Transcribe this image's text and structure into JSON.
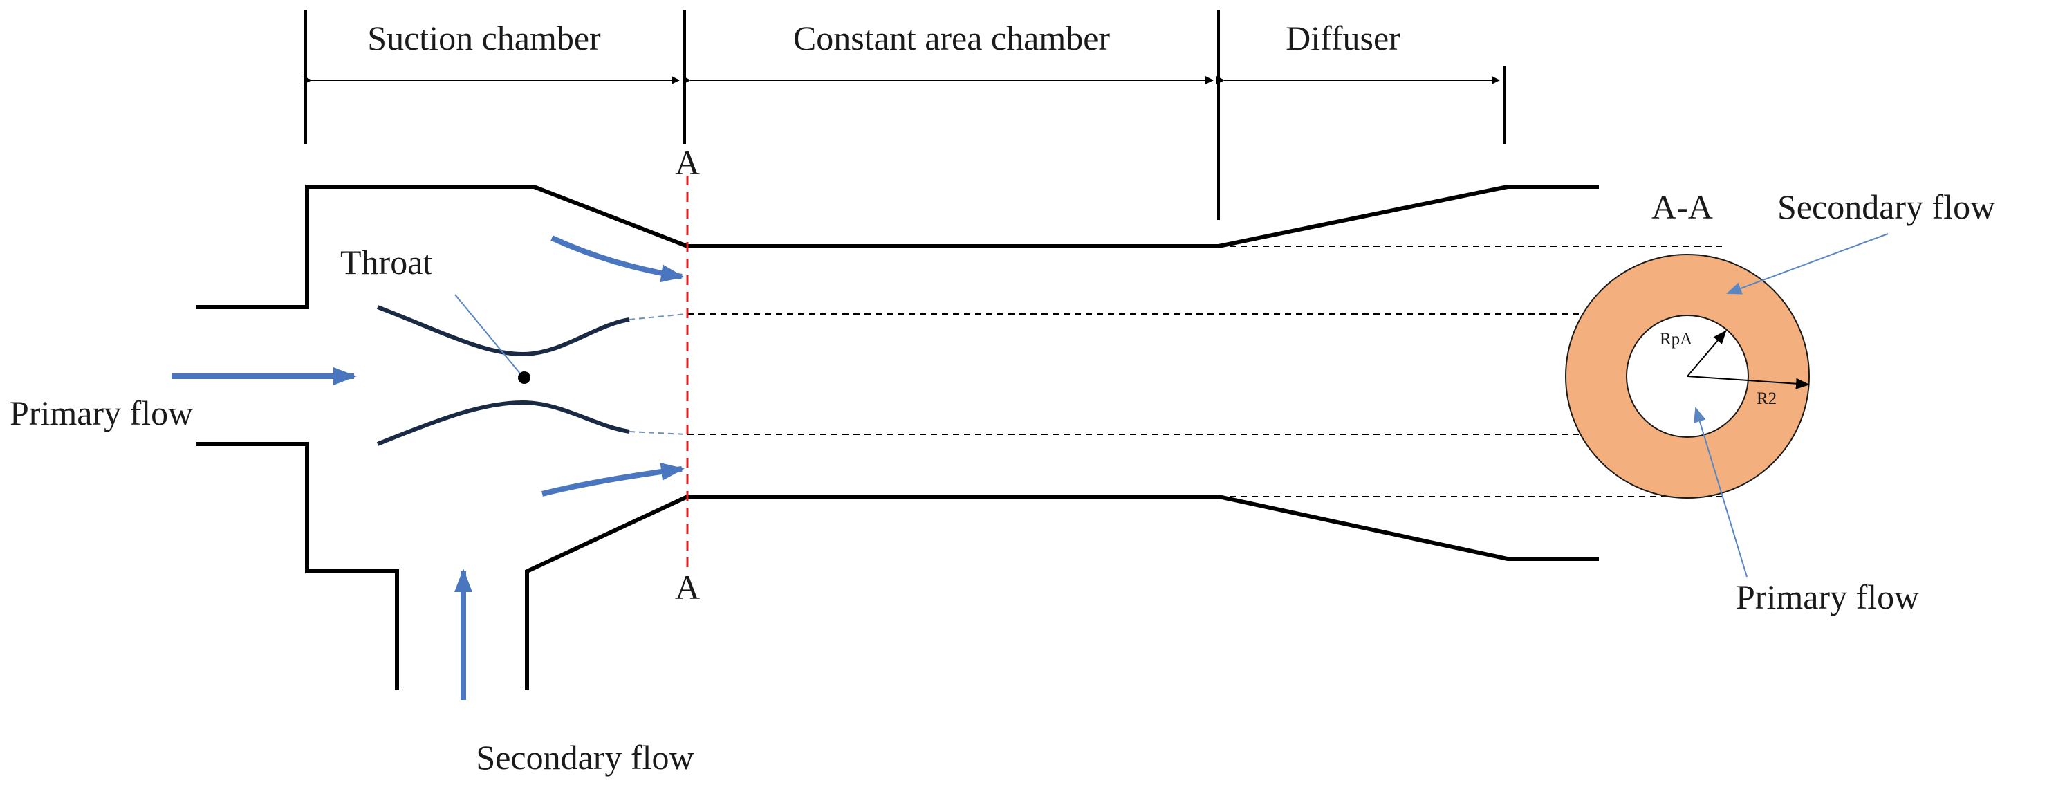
{
  "labels": {
    "suction_chamber": "Suction chamber",
    "constant_area_chamber": "Constant area chamber",
    "diffuser": "Diffuser",
    "section_top": "A",
    "section_bottom": "A",
    "section_view": "A-A",
    "throat": "Throat",
    "primary_flow_inlet": "Primary flow",
    "secondary_flow_inlet": "Secondary flow",
    "secondary_flow_section": "Secondary flow",
    "primary_flow_section": "Primary flow",
    "radius_primary": "RpA",
    "radius_outer": "R2"
  },
  "colors": {
    "annulus_fill": "#f3b07e",
    "flow_arrow": "#4a76c0",
    "section_line": "#e02020",
    "nozzle": "#1a2a44"
  }
}
